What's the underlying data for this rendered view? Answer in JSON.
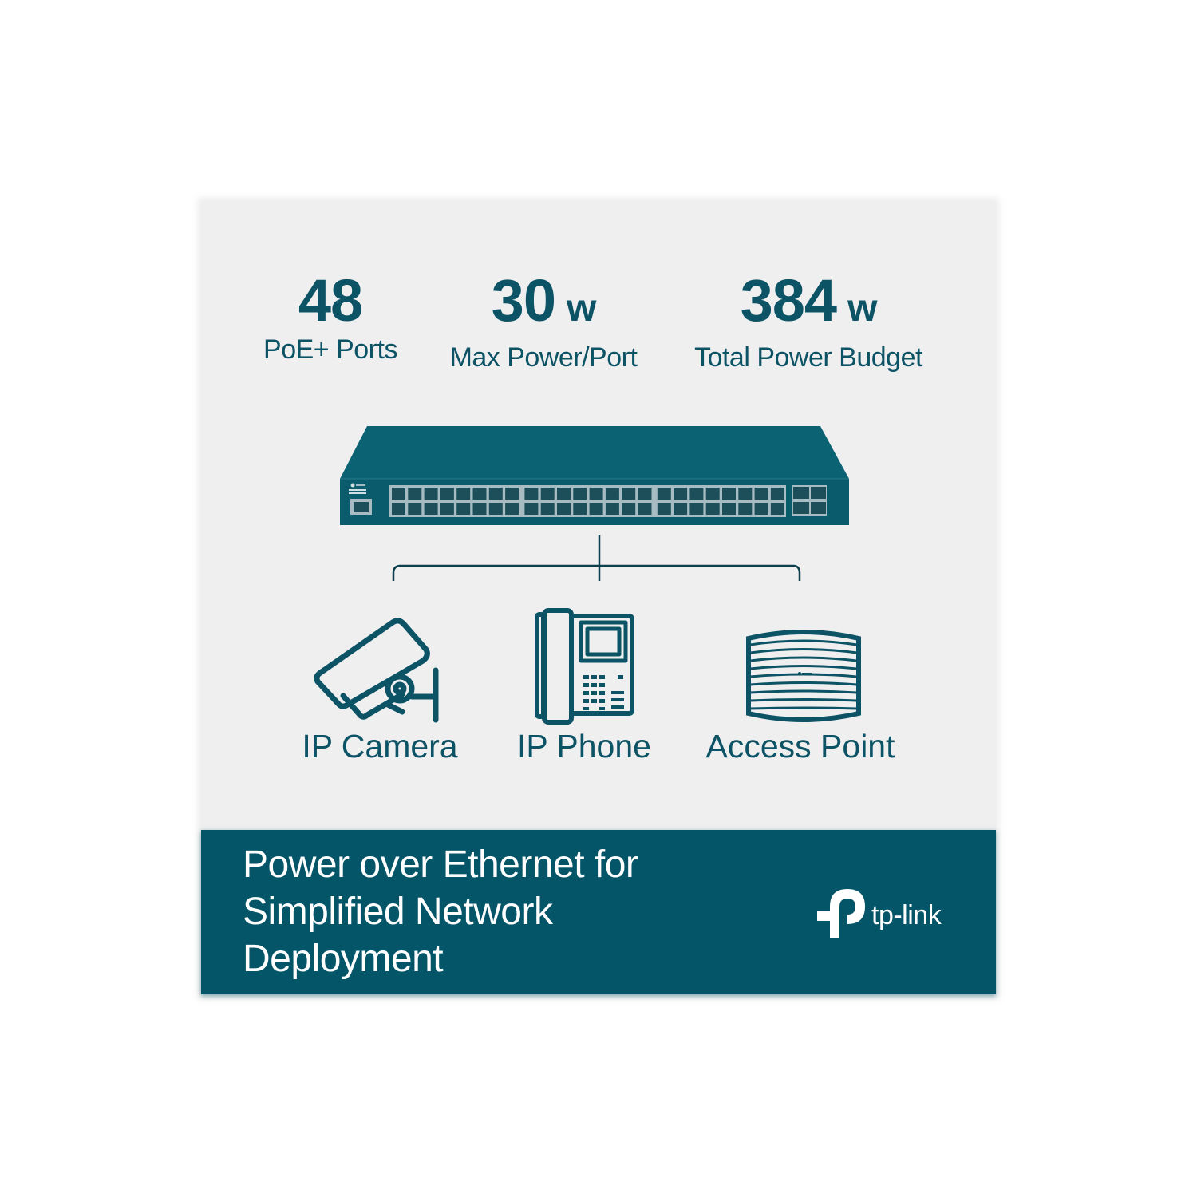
{
  "stats": [
    {
      "value": "48",
      "unit": "",
      "label": "PoE+ Ports"
    },
    {
      "value": "30",
      "unit": "w",
      "label": "Max Power/Port"
    },
    {
      "value": "384",
      "unit": "w",
      "label": "Total Power Budget"
    }
  ],
  "switch": {
    "icon": "network-switch-icon",
    "rj45_ports": 48,
    "sfp_ports": 4,
    "console_port": 1
  },
  "devices": [
    {
      "label": "IP Camera",
      "icon": "ip-camera-icon"
    },
    {
      "label": "IP Phone",
      "icon": "ip-phone-icon"
    },
    {
      "label": "Access Point",
      "icon": "access-point-icon"
    }
  ],
  "banner": {
    "headline_lines": [
      "Power over Ethernet for",
      "Simplified Network",
      "Deployment"
    ],
    "brand": "tp-link",
    "brand_icon": "tp-link-logo-icon"
  },
  "colors": {
    "primary": "#0d5366",
    "banner": "#055568",
    "switch_body": "#0a6272",
    "panel_bg": "#efefef"
  }
}
